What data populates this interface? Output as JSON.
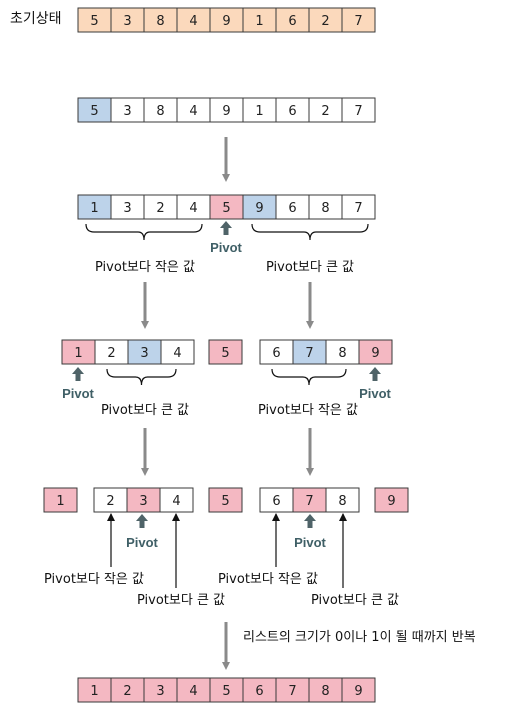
{
  "colors": {
    "initial": "#fbd9bc",
    "white": "#ffffff",
    "blue": "#bdd3ea",
    "pink": "#f4b8c2",
    "cell_border": "#3a3a3a",
    "gray_arrow": "#8a8a8a",
    "pivot_arrow": "#4f6368",
    "black": "#111111"
  },
  "labels": {
    "initial_state": "초기상태",
    "pivot": "Pivot",
    "smaller": "Pivot보다 작은 값",
    "larger": "Pivot보다 큰 값",
    "repeat_note": "리스트의 크기가 0이나 1이 될 때까지 반복"
  },
  "stages": {
    "initial": [
      "5",
      "3",
      "8",
      "4",
      "9",
      "1",
      "6",
      "2",
      "7"
    ],
    "select_pivot": [
      "5",
      "3",
      "8",
      "4",
      "9",
      "1",
      "6",
      "2",
      "7"
    ],
    "partition": [
      "1",
      "3",
      "2",
      "4",
      "5",
      "9",
      "6",
      "8",
      "7"
    ],
    "level2_left": [
      "1",
      "2",
      "3",
      "4"
    ],
    "level2_mid": [
      "5"
    ],
    "level2_right": [
      "6",
      "7",
      "8",
      "9"
    ],
    "level3_a": [
      "1"
    ],
    "level3_b": [
      "2",
      "3",
      "4"
    ],
    "level3_c": [
      "5"
    ],
    "level3_d": [
      "6",
      "7",
      "8"
    ],
    "level3_e": [
      "9"
    ],
    "sorted": [
      "1",
      "2",
      "3",
      "4",
      "5",
      "6",
      "7",
      "8",
      "9"
    ]
  }
}
